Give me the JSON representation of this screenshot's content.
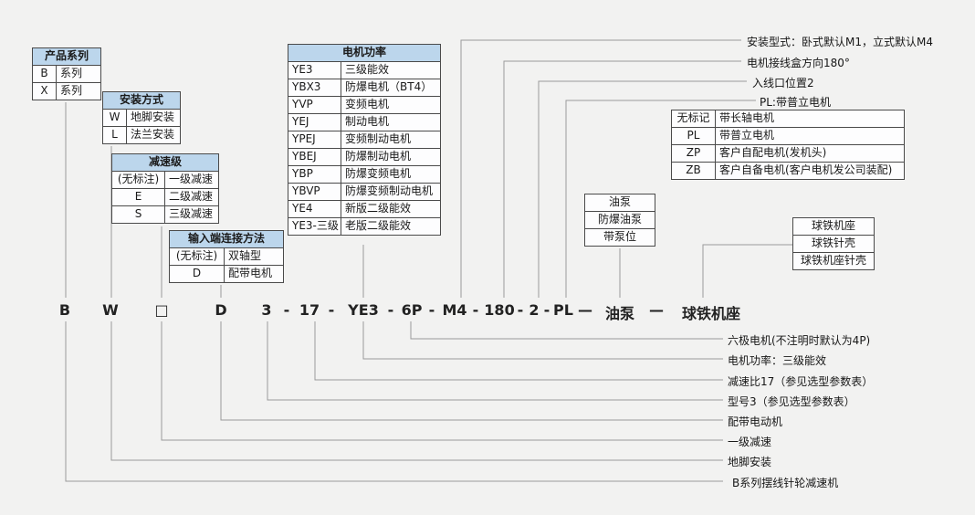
{
  "colors": {
    "background": "#f2f2f1",
    "table_header_bg": "#bcd6ec",
    "table_cell_bg": "#fdfdfe",
    "border": "#4a4a4a",
    "connector_line": "#9a9a9a"
  },
  "tables": {
    "product_series": {
      "title": "产品系列",
      "rows": [
        [
          "B",
          "系列"
        ],
        [
          "X",
          "系列"
        ]
      ]
    },
    "mounting": {
      "title": "安装方式",
      "rows": [
        [
          "W",
          "地脚安装"
        ],
        [
          "L",
          "法兰安装"
        ]
      ]
    },
    "reduction_stage": {
      "title": "减速级",
      "rows": [
        [
          "(无标注)",
          "一级减速"
        ],
        [
          "E",
          "二级减速"
        ],
        [
          "S",
          "三级减速"
        ]
      ]
    },
    "input_connection": {
      "title": "输入端连接方法",
      "rows": [
        [
          "(无标注)",
          "双轴型"
        ],
        [
          "D",
          "配带电机"
        ]
      ]
    },
    "motor_power": {
      "title": "电机功率",
      "rows": [
        [
          "YE3",
          "三级能效"
        ],
        [
          "YBX3",
          "防爆电机（BT4）"
        ],
        [
          "YVP",
          "变频电机"
        ],
        [
          "YEJ",
          "制动电机"
        ],
        [
          "YPEJ",
          "变频制动电机"
        ],
        [
          "YBEJ",
          "防爆制动电机"
        ],
        [
          "YBP",
          "防爆变频电机"
        ],
        [
          "YBVP",
          "防爆变频制动电机"
        ],
        [
          "YE4",
          "新版二级能效"
        ],
        [
          "YE3-三级",
          "老版二级能效"
        ]
      ]
    },
    "motor_config": {
      "rows": [
        [
          "无标记",
          "带长轴电机"
        ],
        [
          "PL",
          "带普立电机"
        ],
        [
          "ZP",
          "客户自配电机(发机头)"
        ],
        [
          "ZB",
          "客户自备电机(客户电机发公司装配)"
        ]
      ]
    },
    "oil_pump": {
      "rows": [
        "油泵",
        "防爆油泵",
        "带泵位"
      ]
    },
    "iron_base": {
      "rows": [
        "球铁机座",
        "球铁针壳",
        "球铁机座针壳"
      ]
    }
  },
  "code": {
    "tokens": [
      "B",
      "W",
      "□",
      "D",
      "3",
      "-",
      "17",
      "-",
      "YE3",
      "-",
      "6P",
      "-",
      "M4",
      "-",
      "180",
      "-",
      "2",
      "-",
      "PL",
      "—",
      "油泵",
      "—",
      "球铁机座"
    ]
  },
  "annotations_top": [
    "安装型式：卧式默认M1，立式默认M4",
    "电机接线盒方向180°",
    "入线口位置2",
    "PL:带普立电机"
  ],
  "annotations_bottom": [
    "六极电机(不注明时默认为4P)",
    "电机功率：三级能效",
    "减速比17（参见选型参数表）",
    "型号3（参见选型参数表）",
    "配带电动机",
    "一级减速",
    "地脚安装",
    "B系列摆线针轮减速机"
  ]
}
